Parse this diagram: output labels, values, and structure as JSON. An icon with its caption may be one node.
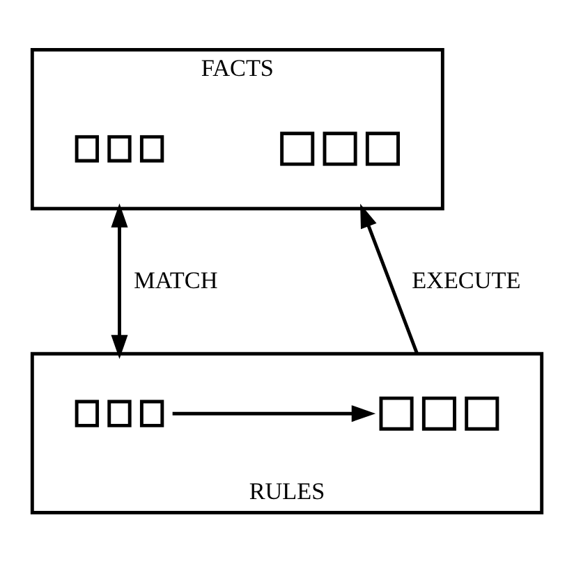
{
  "diagram": {
    "nodes": [
      {
        "text": [
          "FACTS"
        ]
      },
      {
        "text": [],
        "shape": "box",
        "in": 0
      },
      {
        "text": [],
        "shape": "box",
        "in": 0
      },
      {
        "text": [
          "RULES"
        ]
      },
      {
        "text": [],
        "shape": "box",
        "in": 3
      },
      {
        "text": [],
        "shape": "box",
        "in": 3
      }
    ],
    "edges": [
      {
        "from": 0,
        "to": 3,
        "arrow": "both",
        "label": "MATCH"
      },
      {
        "from": 3,
        "to": 0,
        "arrow": "to",
        "label": "EXECUTE"
      },
      {
        "from": 4,
        "to": 5,
        "arrow": "to"
      }
    ]
  }
}
